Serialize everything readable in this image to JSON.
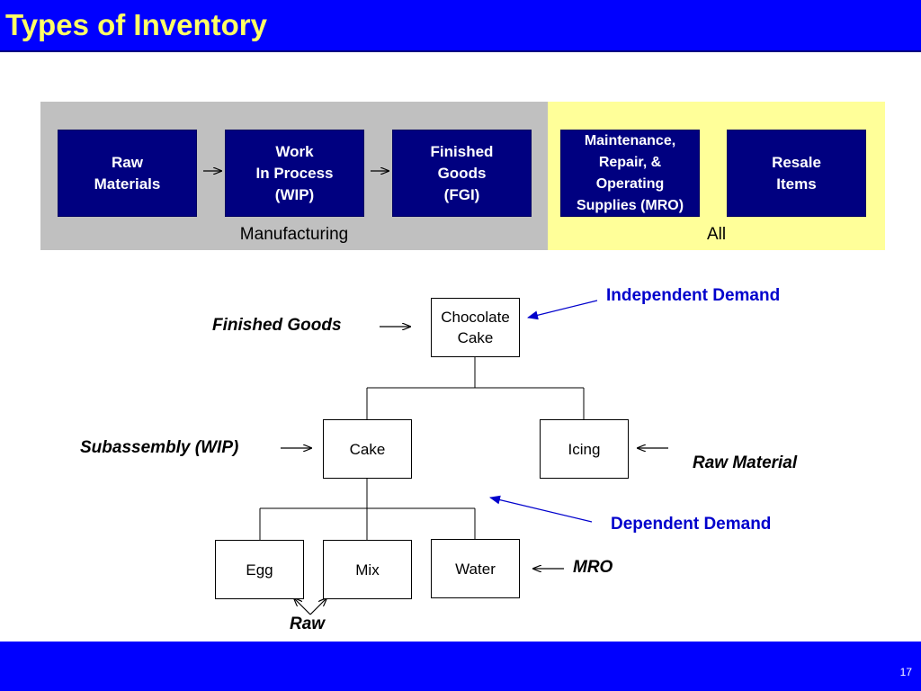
{
  "header": {
    "title": "Types of Inventory"
  },
  "categories": {
    "manufacturing": {
      "label": "Manufacturing",
      "items": [
        "Raw\nMaterials",
        "Work\nIn Process\n(WIP)",
        "Finished\nGoods\n(FGI)"
      ]
    },
    "all": {
      "label": "All",
      "items": [
        "Maintenance,\nRepair, &\nOperating\nSupplies (MRO)",
        "Resale\nItems"
      ]
    }
  },
  "tree": {
    "root": "Chocolate\nCake",
    "cake": "Cake",
    "icing": "Icing",
    "egg": "Egg",
    "mix": "Mix",
    "water": "Water"
  },
  "labels": {
    "finished_goods": "Finished Goods",
    "subassembly": "Subassembly (WIP)",
    "raw_material": "Raw Material",
    "mro": "MRO",
    "raw": "Raw",
    "independent_demand": "Independent Demand",
    "dependent_demand": "Dependent Demand"
  },
  "colors": {
    "header_bg": "#0000ff",
    "title_text": "#ffff66",
    "box_fill": "#000080",
    "manufacturing_panel": "#c0c0c0",
    "all_panel": "#ffff99",
    "demand_text": "#0000cc"
  },
  "footer": {
    "page_number": "17"
  }
}
